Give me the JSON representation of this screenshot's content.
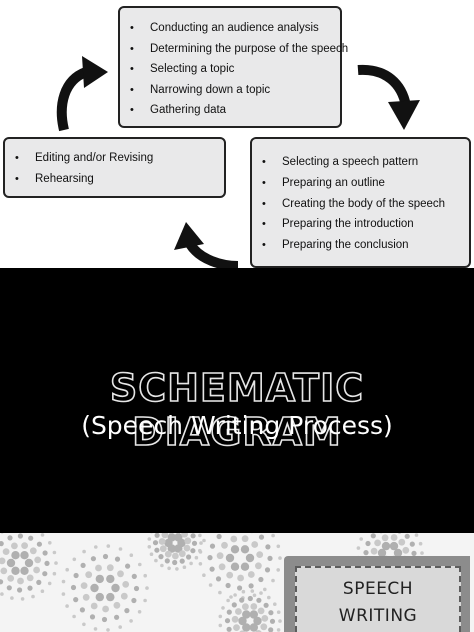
{
  "diagram": {
    "top_box": [
      "Conducting an audience analysis",
      "Determining the purpose of the speech",
      "Selecting a topic",
      "Narrowing down a topic",
      "Gathering data"
    ],
    "right_box": [
      "Selecting a speech pattern",
      "Preparing an outline",
      "Creating the body of the speech",
      "Preparing the introduction",
      "Preparing the conclusion"
    ],
    "left_box": [
      "Editing and/or Revising",
      "Rehearsing"
    ]
  },
  "title": "SCHEMATIC DIAGRAM",
  "subtitle": "(Speech Writing Process)",
  "badge": {
    "line1": "SPEECH",
    "line2": "WRITING"
  },
  "colors": {
    "box_fill": "#e9e9ea",
    "panel": "#000000",
    "badge": "#8c8c8c"
  }
}
